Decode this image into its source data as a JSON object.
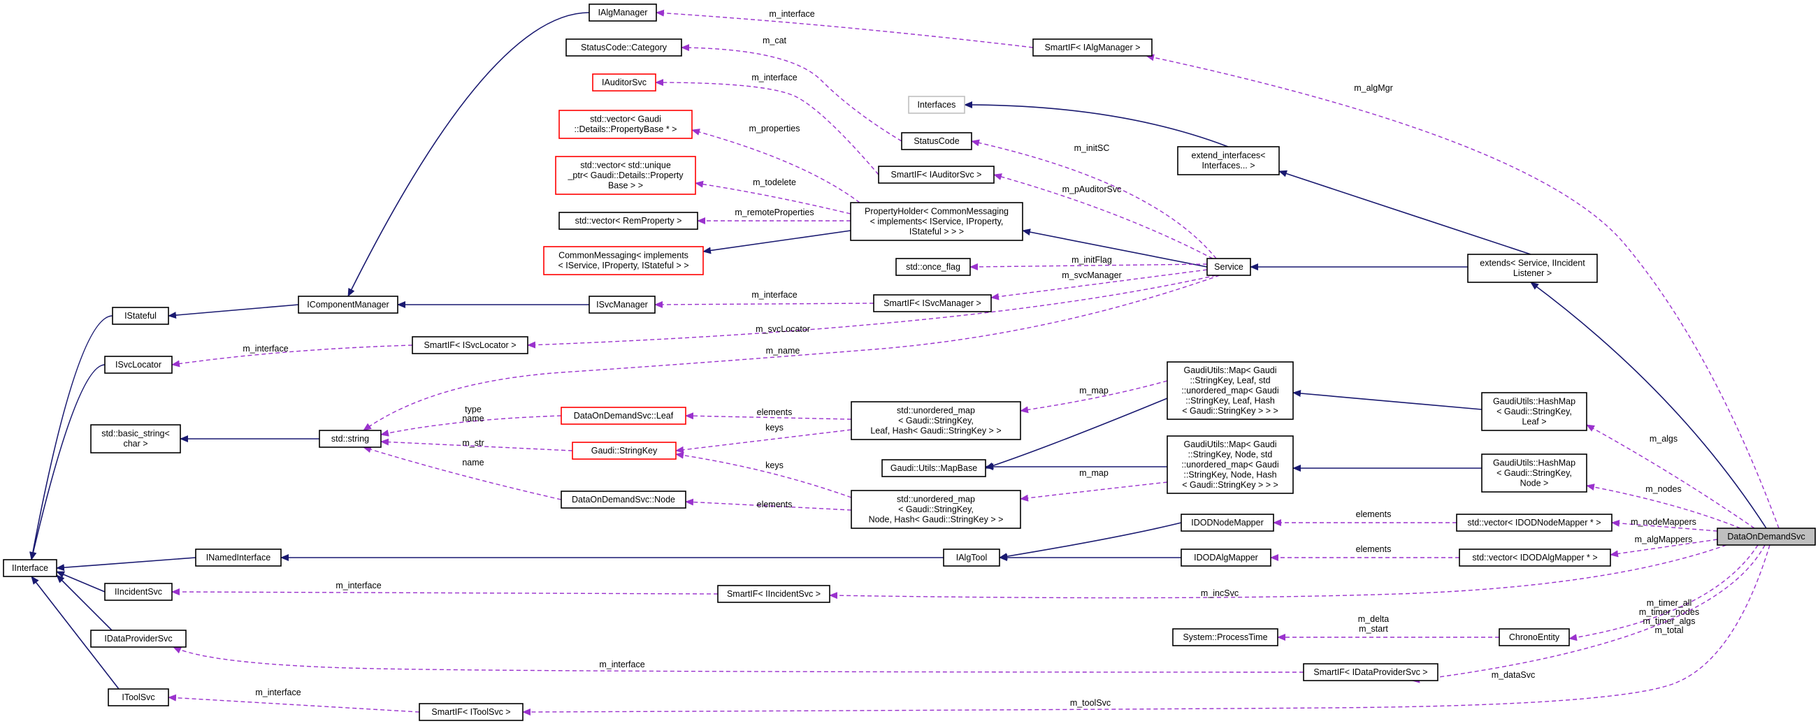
{
  "diagram": {
    "nodes": [
      {
        "id": "DataOnDemandSvc",
        "label": [
          "DataOnDemandSvc"
        ],
        "style": "main"
      },
      {
        "id": "IAlgManager",
        "label": [
          "IAlgManager"
        ],
        "style": "normal"
      },
      {
        "id": "StatusCodeCategory",
        "label": [
          "StatusCode::Category"
        ],
        "style": "normal"
      },
      {
        "id": "IAuditorSvc",
        "label": [
          "IAuditorSvc"
        ],
        "style": "red"
      },
      {
        "id": "VecPropBase",
        "label": [
          "std::vector< Gaudi",
          "::Details::PropertyBase * >"
        ],
        "style": "red"
      },
      {
        "id": "VecUniquePtr",
        "label": [
          "std::vector< std::unique",
          "_ptr< Gaudi::Details::Property",
          "Base > >"
        ],
        "style": "red"
      },
      {
        "id": "VecRemProperty",
        "label": [
          "std::vector< RemProperty >"
        ],
        "style": "normal"
      },
      {
        "id": "CommonMessaging",
        "label": [
          "CommonMessaging< implements",
          "< IService, IProperty, IStateful > >"
        ],
        "style": "red"
      },
      {
        "id": "IStateful",
        "label": [
          "IStateful"
        ],
        "style": "normal"
      },
      {
        "id": "IComponentManager",
        "label": [
          "IComponentManager"
        ],
        "style": "normal"
      },
      {
        "id": "ISvcManager",
        "label": [
          "ISvcManager"
        ],
        "style": "normal"
      },
      {
        "id": "ISvcLocator",
        "label": [
          "ISvcLocator"
        ],
        "style": "normal"
      },
      {
        "id": "SmartIFSvcLocator",
        "label": [
          "SmartIF< ISvcLocator >"
        ],
        "style": "normal"
      },
      {
        "id": "StdBasicString",
        "label": [
          "std::basic_string<",
          "char >"
        ],
        "style": "normal"
      },
      {
        "id": "StdString",
        "label": [
          "std::string"
        ],
        "style": "normal"
      },
      {
        "id": "DODLeaf",
        "label": [
          "DataOnDemandSvc::Leaf"
        ],
        "style": "red"
      },
      {
        "id": "GaudiStringKey",
        "label": [
          "Gaudi::StringKey"
        ],
        "style": "red"
      },
      {
        "id": "DODNode",
        "label": [
          "DataOnDemandSvc::Node"
        ],
        "style": "normal"
      },
      {
        "id": "IInterface",
        "label": [
          "IInterface"
        ],
        "style": "normal"
      },
      {
        "id": "INamedInterface",
        "label": [
          "INamedInterface"
        ],
        "style": "normal"
      },
      {
        "id": "IIncidentSvc",
        "label": [
          "IIncidentSvc"
        ],
        "style": "normal"
      },
      {
        "id": "IDataProviderSvc",
        "label": [
          "IDataProviderSvc"
        ],
        "style": "normal"
      },
      {
        "id": "IToolSvc",
        "label": [
          "IToolSvc"
        ],
        "style": "normal"
      },
      {
        "id": "SmartIFToolSvc",
        "label": [
          "SmartIF< IToolSvc >"
        ],
        "style": "normal"
      },
      {
        "id": "SmartIFAlgManager",
        "label": [
          "SmartIF< IAlgManager >"
        ],
        "style": "normal"
      },
      {
        "id": "Interfaces",
        "label": [
          "Interfaces"
        ],
        "style": "grey"
      },
      {
        "id": "StatusCode",
        "label": [
          "StatusCode"
        ],
        "style": "normal"
      },
      {
        "id": "SmartIFAuditorSvc",
        "label": [
          "SmartIF< IAuditorSvc >"
        ],
        "style": "normal"
      },
      {
        "id": "PropertyHolder",
        "label": [
          "PropertyHolder< CommonMessaging",
          "< implements< IService, IProperty,",
          "IStateful > > >"
        ],
        "style": "normal"
      },
      {
        "id": "StdOnceFlag",
        "label": [
          "std::once_flag"
        ],
        "style": "normal"
      },
      {
        "id": "SmartIFSvcManager",
        "label": [
          "SmartIF< ISvcManager >"
        ],
        "style": "normal"
      },
      {
        "id": "Service",
        "label": [
          "Service"
        ],
        "style": "normal"
      },
      {
        "id": "ExtendInterfaces",
        "label": [
          "extend_interfaces<",
          "Interfaces... >"
        ],
        "style": "normal"
      },
      {
        "id": "Extends",
        "label": [
          "extends< Service, IIncident",
          "Listener >"
        ],
        "style": "normal"
      },
      {
        "id": "UnorderedMapLeaf",
        "label": [
          "std::unordered_map",
          "< Gaudi::StringKey,",
          "Leaf, Hash< Gaudi::StringKey > >"
        ],
        "style": "normal"
      },
      {
        "id": "UnorderedMapNode",
        "label": [
          "std::unordered_map",
          "< Gaudi::StringKey,",
          "Node, Hash< Gaudi::StringKey > >"
        ],
        "style": "normal"
      },
      {
        "id": "GaudiMapBase",
        "label": [
          "Gaudi::Utils::MapBase"
        ],
        "style": "normal"
      },
      {
        "id": "MapLeaf",
        "label": [
          "GaudiUtils::Map< Gaudi",
          "::StringKey, Leaf, std",
          "::unordered_map< Gaudi",
          "::StringKey, Leaf, Hash",
          "< Gaudi::StringKey > > >"
        ],
        "style": "normal"
      },
      {
        "id": "MapNode",
        "label": [
          "GaudiUtils::Map< Gaudi",
          "::StringKey, Node, std",
          "::unordered_map< Gaudi",
          "::StringKey, Node, Hash",
          "< Gaudi::StringKey > > >"
        ],
        "style": "normal"
      },
      {
        "id": "HashMapLeaf",
        "label": [
          "GaudiUtils::HashMap",
          "< Gaudi::StringKey,",
          "Leaf >"
        ],
        "style": "normal"
      },
      {
        "id": "HashMapNode",
        "label": [
          "GaudiUtils::HashMap",
          "< Gaudi::StringKey,",
          "Node >"
        ],
        "style": "normal"
      },
      {
        "id": "IDODNodeMapper",
        "label": [
          "IDODNodeMapper"
        ],
        "style": "normal"
      },
      {
        "id": "IAlgTool",
        "label": [
          "IAlgTool"
        ],
        "style": "normal"
      },
      {
        "id": "IDODAlgMapper",
        "label": [
          "IDODAlgMapper"
        ],
        "style": "normal"
      },
      {
        "id": "VecIDODNodeMapper",
        "label": [
          "std::vector< IDODNodeMapper * >"
        ],
        "style": "normal"
      },
      {
        "id": "VecIDODAlgMapper",
        "label": [
          "std::vector< IDODAlgMapper * >"
        ],
        "style": "normal"
      },
      {
        "id": "SmartIFIncidentSvc",
        "label": [
          "SmartIF< IIncidentSvc >"
        ],
        "style": "normal"
      },
      {
        "id": "SystemProcessTime",
        "label": [
          "System::ProcessTime"
        ],
        "style": "normal"
      },
      {
        "id": "ChronoEntity",
        "label": [
          "ChronoEntity"
        ],
        "style": "normal"
      },
      {
        "id": "SmartIFDataProviderSvc",
        "label": [
          "SmartIF< IDataProviderSvc >"
        ],
        "style": "normal"
      }
    ],
    "edges": [
      {
        "from": "IStateful",
        "to": "IInterface",
        "kind": "inherit",
        "label": []
      },
      {
        "from": "ISvcLocator",
        "to": "IInterface",
        "kind": "inherit",
        "label": []
      },
      {
        "from": "INamedInterface",
        "to": "IInterface",
        "kind": "inherit",
        "label": []
      },
      {
        "from": "IIncidentSvc",
        "to": "IInterface",
        "kind": "inherit",
        "label": []
      },
      {
        "from": "IDataProviderSvc",
        "to": "IInterface",
        "kind": "inherit",
        "label": []
      },
      {
        "from": "IToolSvc",
        "to": "IInterface",
        "kind": "inherit",
        "label": []
      },
      {
        "from": "IComponentManager",
        "to": "IStateful",
        "kind": "inherit",
        "label": []
      },
      {
        "from": "IAlgManager",
        "to": "IComponentManager",
        "kind": "inherit",
        "label": []
      },
      {
        "from": "ISvcManager",
        "to": "IComponentManager",
        "kind": "inherit",
        "label": []
      },
      {
        "from": "StdString",
        "to": "StdBasicString",
        "kind": "inherit",
        "label": []
      },
      {
        "from": "PropertyHolder",
        "to": "CommonMessaging",
        "kind": "inherit",
        "label": []
      },
      {
        "from": "Service",
        "to": "PropertyHolder",
        "kind": "inherit",
        "label": []
      },
      {
        "from": "ExtendInterfaces",
        "to": "Interfaces",
        "kind": "inherit",
        "label": []
      },
      {
        "from": "Extends",
        "to": "Service",
        "kind": "inherit",
        "label": []
      },
      {
        "from": "Extends",
        "to": "ExtendInterfaces",
        "kind": "inherit",
        "label": []
      },
      {
        "from": "DataOnDemandSvc",
        "to": "Extends",
        "kind": "inherit",
        "label": []
      },
      {
        "from": "MapLeaf",
        "to": "GaudiMapBase",
        "kind": "inherit",
        "label": []
      },
      {
        "from": "MapNode",
        "to": "GaudiMapBase",
        "kind": "inherit",
        "label": []
      },
      {
        "from": "HashMapLeaf",
        "to": "MapLeaf",
        "kind": "inherit",
        "label": []
      },
      {
        "from": "HashMapNode",
        "to": "MapNode",
        "kind": "inherit",
        "label": []
      },
      {
        "from": "IAlgTool",
        "to": "INamedInterface",
        "kind": "inherit",
        "label": []
      },
      {
        "from": "IDODNodeMapper",
        "to": "IAlgTool",
        "kind": "inherit",
        "label": []
      },
      {
        "from": "IDODAlgMapper",
        "to": "IAlgTool",
        "kind": "inherit",
        "label": []
      },
      {
        "from": "SmartIFAlgManager",
        "to": "IAlgManager",
        "kind": "use",
        "label": [
          "m_interface"
        ]
      },
      {
        "from": "StatusCode",
        "to": "StatusCodeCategory",
        "kind": "use",
        "label": [
          "m_cat"
        ]
      },
      {
        "from": "SmartIFAuditorSvc",
        "to": "IAuditorSvc",
        "kind": "use",
        "label": [
          "m_interface"
        ]
      },
      {
        "from": "PropertyHolder",
        "to": "VecPropBase",
        "kind": "use",
        "label": [
          "m_properties"
        ]
      },
      {
        "from": "PropertyHolder",
        "to": "VecUniquePtr",
        "kind": "use",
        "label": [
          "m_todelete"
        ]
      },
      {
        "from": "PropertyHolder",
        "to": "VecRemProperty",
        "kind": "use",
        "label": [
          "m_remoteProperties"
        ]
      },
      {
        "from": "SmartIFSvcManager",
        "to": "ISvcManager",
        "kind": "use",
        "label": [
          "m_interface"
        ]
      },
      {
        "from": "SmartIFSvcLocator",
        "to": "ISvcLocator",
        "kind": "use",
        "label": [
          "m_interface"
        ]
      },
      {
        "from": "Service",
        "to": "StatusCode",
        "kind": "use",
        "label": [
          "m_initSC"
        ]
      },
      {
        "from": "Service",
        "to": "SmartIFAuditorSvc",
        "kind": "use",
        "label": [
          "m_pAuditorSvc"
        ]
      },
      {
        "from": "Service",
        "to": "StdOnceFlag",
        "kind": "use",
        "label": [
          "m_initFlag"
        ]
      },
      {
        "from": "Service",
        "to": "SmartIFSvcManager",
        "kind": "use",
        "label": [
          "m_svcManager"
        ]
      },
      {
        "from": "Service",
        "to": "SmartIFSvcLocator",
        "kind": "use",
        "label": [
          "m_svcLocator"
        ]
      },
      {
        "from": "Service",
        "to": "StdString",
        "kind": "use",
        "label": [
          "m_name"
        ]
      },
      {
        "from": "DODLeaf",
        "to": "StdString",
        "kind": "use",
        "label": [
          "type",
          "name"
        ]
      },
      {
        "from": "GaudiStringKey",
        "to": "StdString",
        "kind": "use",
        "label": [
          "m_str"
        ]
      },
      {
        "from": "DODNode",
        "to": "StdString",
        "kind": "use",
        "label": [
          "name"
        ]
      },
      {
        "from": "UnorderedMapLeaf",
        "to": "DODLeaf",
        "kind": "use",
        "label": [
          "elements"
        ]
      },
      {
        "from": "UnorderedMapLeaf",
        "to": "GaudiStringKey",
        "kind": "use",
        "label": [
          "keys"
        ]
      },
      {
        "from": "UnorderedMapNode",
        "to": "GaudiStringKey",
        "kind": "use",
        "label": [
          "keys"
        ]
      },
      {
        "from": "UnorderedMapNode",
        "to": "DODNode",
        "kind": "use",
        "label": [
          "elements"
        ]
      },
      {
        "from": "MapLeaf",
        "to": "UnorderedMapLeaf",
        "kind": "use",
        "label": [
          "m_map"
        ]
      },
      {
        "from": "MapNode",
        "to": "UnorderedMapNode",
        "kind": "use",
        "label": [
          "m_map"
        ]
      },
      {
        "from": "VecIDODNodeMapper",
        "to": "IDODNodeMapper",
        "kind": "use",
        "label": [
          "elements"
        ]
      },
      {
        "from": "VecIDODAlgMapper",
        "to": "IDODAlgMapper",
        "kind": "use",
        "label": [
          "elements"
        ]
      },
      {
        "from": "SmartIFIncidentSvc",
        "to": "IIncidentSvc",
        "kind": "use",
        "label": [
          "m_interface"
        ]
      },
      {
        "from": "ChronoEntity",
        "to": "SystemProcessTime",
        "kind": "use",
        "label": [
          "m_delta",
          "m_start"
        ]
      },
      {
        "from": "SmartIFDataProviderSvc",
        "to": "IDataProviderSvc",
        "kind": "use",
        "label": [
          "m_interface"
        ]
      },
      {
        "from": "SmartIFToolSvc",
        "to": "IToolSvc",
        "kind": "use",
        "label": [
          "m_interface"
        ]
      },
      {
        "from": "DataOnDemandSvc",
        "to": "SmartIFAlgManager",
        "kind": "use",
        "label": [
          "m_algMgr"
        ]
      },
      {
        "from": "DataOnDemandSvc",
        "to": "HashMapLeaf",
        "kind": "use",
        "label": [
          "m_algs"
        ]
      },
      {
        "from": "DataOnDemandSvc",
        "to": "HashMapNode",
        "kind": "use",
        "label": [
          "m_nodes"
        ]
      },
      {
        "from": "DataOnDemandSvc",
        "to": "VecIDODNodeMapper",
        "kind": "use",
        "label": [
          "m_nodeMappers"
        ]
      },
      {
        "from": "DataOnDemandSvc",
        "to": "VecIDODAlgMapper",
        "kind": "use",
        "label": [
          "m_algMappers"
        ]
      },
      {
        "from": "DataOnDemandSvc",
        "to": "SmartIFIncidentSvc",
        "kind": "use",
        "label": [
          "m_incSvc"
        ]
      },
      {
        "from": "DataOnDemandSvc",
        "to": "ChronoEntity",
        "kind": "use",
        "label": [
          "m_timer_all",
          "m_timer_nodes",
          "m_timer_algs",
          "m_total"
        ]
      },
      {
        "from": "DataOnDemandSvc",
        "to": "SmartIFDataProviderSvc",
        "kind": "use",
        "label": [
          "m_dataSvc"
        ]
      },
      {
        "from": "DataOnDemandSvc",
        "to": "SmartIFToolSvc",
        "kind": "use",
        "label": [
          "m_toolSvc"
        ]
      }
    ]
  }
}
